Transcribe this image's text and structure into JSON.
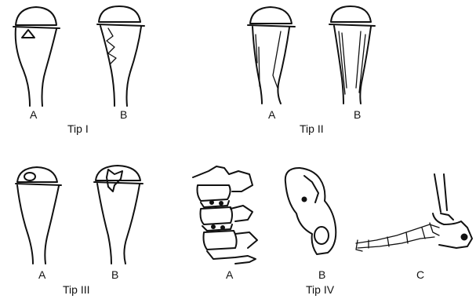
{
  "figure": {
    "panels": [
      {
        "id": "tip1",
        "caption": "Tip I",
        "labels": [
          "A",
          "B"
        ]
      },
      {
        "id": "tip2",
        "caption": "Tip II",
        "labels": [
          "A",
          "B"
        ]
      },
      {
        "id": "tip3",
        "caption": "Tip III",
        "labels": [
          "A",
          "B"
        ]
      },
      {
        "id": "tip4",
        "caption": "Tip IV",
        "labels": [
          "A",
          "B",
          "C"
        ]
      }
    ],
    "drawings": [
      "tibia-fracture-tip1-a",
      "tibia-fracture-tip1-b",
      "tibia-fracture-tip2-a",
      "tibia-fracture-tip2-b",
      "tibia-fracture-tip3-a",
      "tibia-fracture-tip3-b",
      "spine-vertebrae",
      "pelvis-ilium",
      "foot-skeleton"
    ]
  }
}
